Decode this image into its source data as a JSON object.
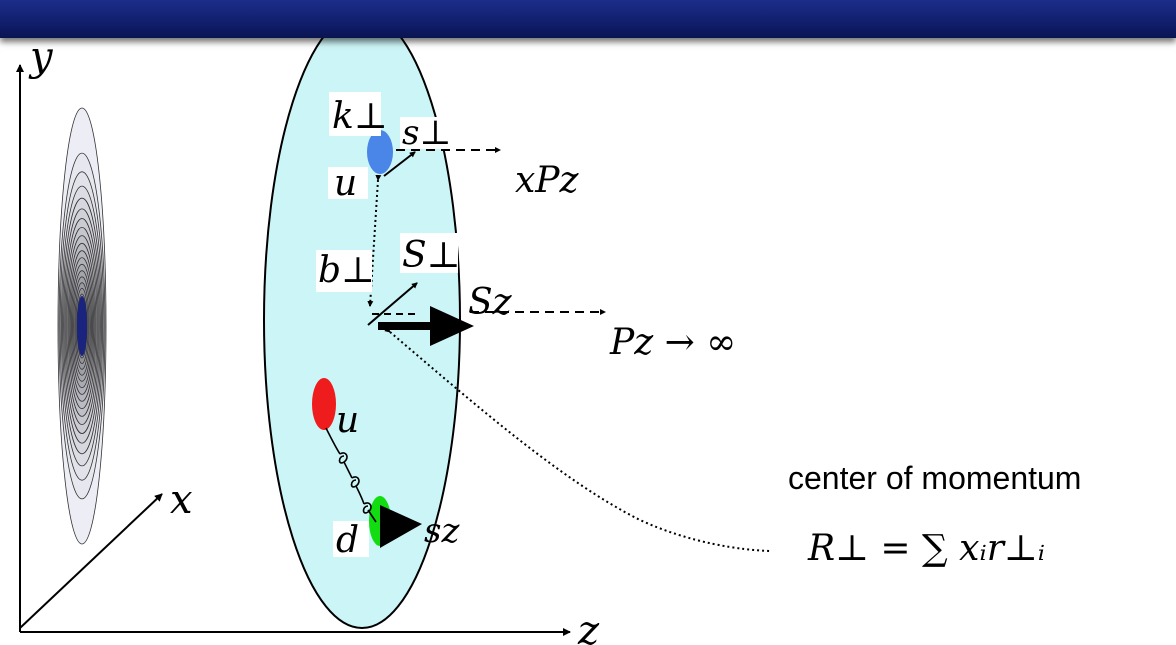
{
  "diagram": {
    "axes": {
      "x": "x",
      "y": "y",
      "z": "z"
    },
    "labels": {
      "k_perp": "k⊥",
      "s_perp": "s⊥",
      "u_top": "u",
      "xPz": "xPz",
      "b_perp": "b⊥",
      "S_perp": "S⊥",
      "S_z": "Sz",
      "Pz_limit": "Pz → ∞",
      "u_bottom": "u",
      "d": "d",
      "s_z": "sz",
      "center_caption": "center of momentum",
      "center_formula": "R⊥ = ∑ xᵢr⊥ᵢ"
    },
    "colors": {
      "disk": "#ccf5f7",
      "u_top_quark": "#4a86e8",
      "u_bottom_quark": "#ee1c1c",
      "d_quark": "#11dd11",
      "title_bar": "#12207a",
      "contour": "#1a237e"
    }
  }
}
